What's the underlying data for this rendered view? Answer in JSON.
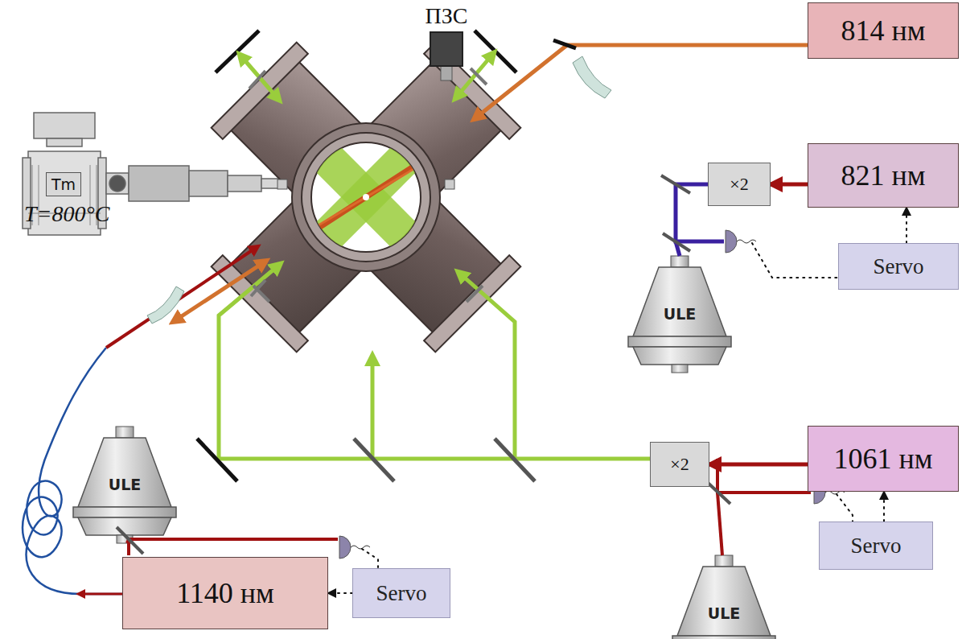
{
  "diagram": {
    "nodes": [
      {
        "text": [
          "ПЗС"
        ]
      },
      {
        "text": [
          "814 нм"
        ]
      },
      {
        "text": [
          "Tm"
        ]
      },
      {
        "text": [
          "821 нм"
        ]
      },
      {
        "text": [
          "×2"
        ]
      },
      {
        "text": [
          "Servo"
        ]
      },
      {
        "text": [
          "ULE"
        ]
      },
      {
        "text": [
          "1061 нм"
        ]
      },
      {
        "text": [
          "×2"
        ]
      },
      {
        "text": [
          "ULE"
        ]
      },
      {
        "text": [
          "Servo"
        ]
      },
      {
        "text": [
          "ULE"
        ]
      },
      {
        "text": [
          "1140 нм"
        ]
      },
      {
        "text": [
          "Servo"
        ]
      }
    ],
    "edges": [
      {
        "from": 3,
        "to": 4,
        "arrow": "to"
      },
      {
        "from": 5,
        "to": 3,
        "arrow": "to"
      },
      {
        "from": 7,
        "to": 8,
        "arrow": "to"
      },
      {
        "from": 10,
        "to": 7,
        "arrow": "to"
      },
      {
        "from": 13,
        "to": 12,
        "arrow": "to"
      }
    ],
    "labels": [
      "T=800°C"
    ]
  }
}
